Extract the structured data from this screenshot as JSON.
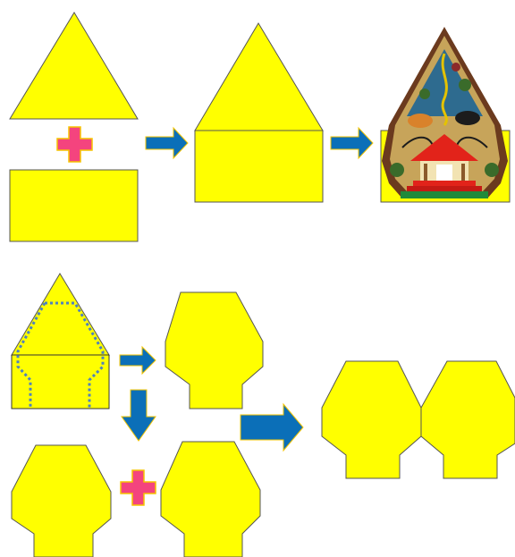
{
  "colors": {
    "shape_fill": "#FFFF00",
    "shape_stroke": "#555555",
    "arrow_fill": "#0B6FB8",
    "plus_fill": "#F4447E",
    "plus_stroke": "#F5C400",
    "guide_dots": "#4F81BD",
    "wayang_base": "#1F8A3A",
    "wayang_roof": "#E2231A"
  },
  "diagram": {
    "section_top": {
      "steps": [
        "triangle",
        "plus",
        "rectangle",
        "arrow",
        "triangle-on-rectangle",
        "arrow",
        "wayang-gunungan-image"
      ]
    },
    "section_bottom": {
      "steps": [
        "traced-outline",
        "arrow-right",
        "arrow-down",
        "gunungan-shape",
        "plus",
        "gunungan-shape",
        "arrow-right",
        "joined-pair"
      ]
    }
  }
}
